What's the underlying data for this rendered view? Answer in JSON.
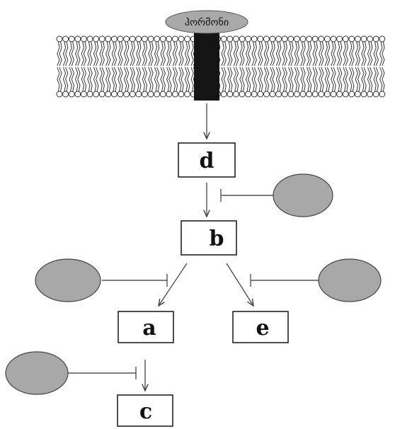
{
  "hormone": {
    "label": "ჰორმონი",
    "color": "#a9a9a9"
  },
  "receptor": {
    "color": "#151515"
  },
  "membrane": {
    "head_color": "#ffffff",
    "head_stroke": "#333333",
    "tail_color": "#333333"
  },
  "nodes": {
    "d": "d",
    "b": "b",
    "a": "a",
    "e": "e",
    "c": "c"
  },
  "inhibitor_color": "#a8a8a8"
}
